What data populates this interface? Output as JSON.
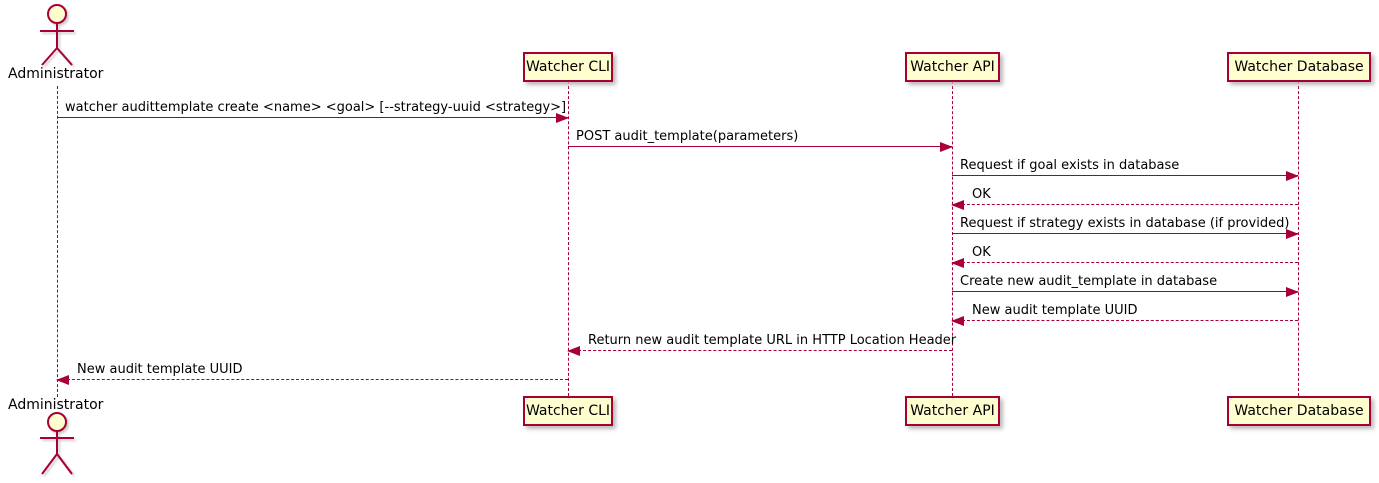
{
  "diagram": {
    "type": "sequence",
    "actor": {
      "name": "Administrator"
    },
    "participants": [
      {
        "label": "Watcher CLI"
      },
      {
        "label": "Watcher API"
      },
      {
        "label": "Watcher Database"
      }
    ],
    "messages": [
      {
        "from": "Administrator",
        "to": "Watcher CLI",
        "style": "solid",
        "label": "watcher audittemplate create <name> <goal> [--strategy-uuid <strategy>]"
      },
      {
        "from": "Watcher CLI",
        "to": "Watcher API",
        "style": "solid",
        "label": "POST audit_template(parameters)"
      },
      {
        "from": "Watcher API",
        "to": "Watcher Database",
        "style": "solid",
        "label": "Request if goal exists in database"
      },
      {
        "from": "Watcher Database",
        "to": "Watcher API",
        "style": "dashed",
        "label": "OK"
      },
      {
        "from": "Watcher API",
        "to": "Watcher Database",
        "style": "solid",
        "label": "Request if strategy exists in database (if provided)"
      },
      {
        "from": "Watcher Database",
        "to": "Watcher API",
        "style": "dashed",
        "label": "OK"
      },
      {
        "from": "Watcher API",
        "to": "Watcher Database",
        "style": "solid",
        "label": "Create new audit_template in database"
      },
      {
        "from": "Watcher Database",
        "to": "Watcher API",
        "style": "dashed",
        "label": "New audit template UUID"
      },
      {
        "from": "Watcher API",
        "to": "Watcher CLI",
        "style": "dashed",
        "label": "Return new audit template URL in HTTP Location Header"
      },
      {
        "from": "Watcher CLI",
        "to": "Administrator",
        "style": "dashed",
        "label": "New audit template UUID"
      }
    ],
    "colors": {
      "accent": "#A80036",
      "participant_fill": "#FEFECE",
      "text": "#000000",
      "background": "#FFFFFF"
    }
  }
}
